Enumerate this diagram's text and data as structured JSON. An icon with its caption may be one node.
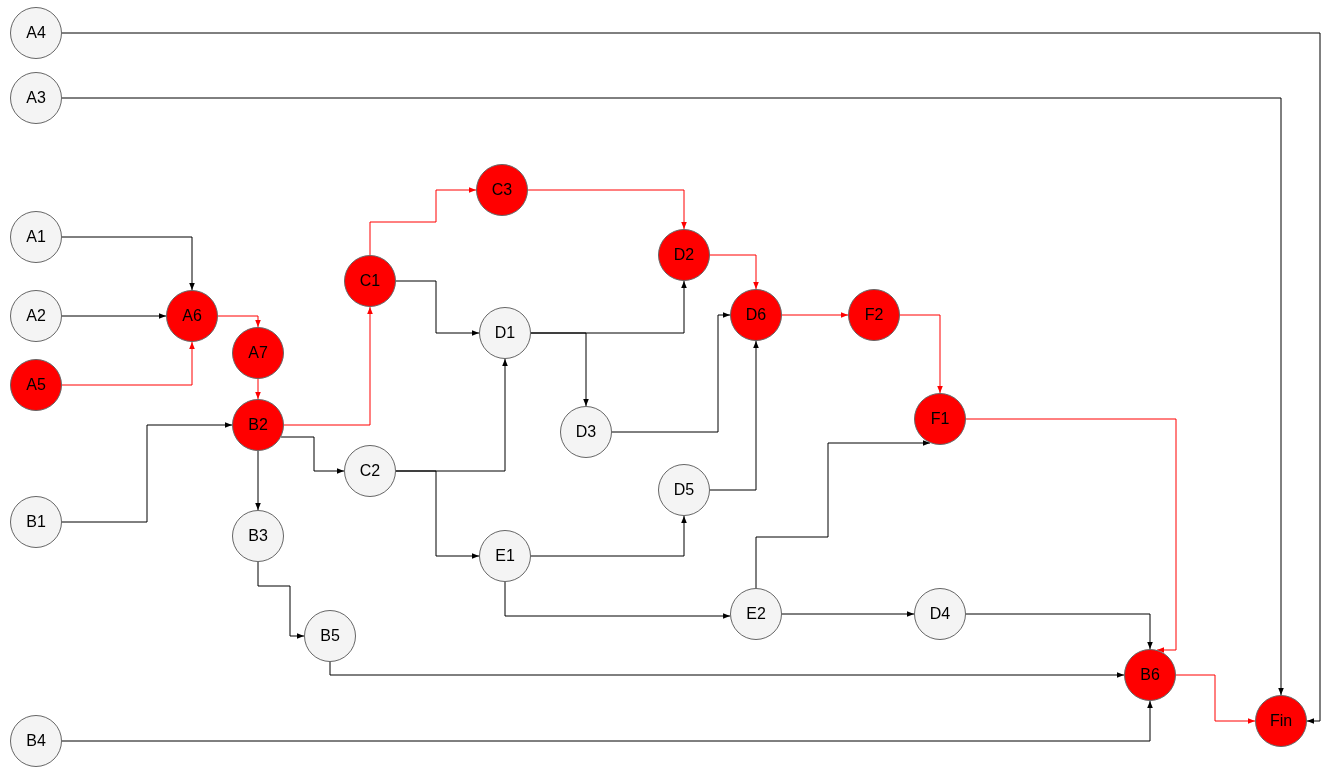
{
  "diagram": {
    "nodes": [
      {
        "text": [
          "A4"
        ]
      },
      {
        "text": [
          "A3"
        ]
      },
      {
        "text": [
          "A1"
        ]
      },
      {
        "text": [
          "A2"
        ]
      },
      {
        "text": [
          "A5"
        ]
      },
      {
        "text": [
          "A6"
        ]
      },
      {
        "text": [
          "A7"
        ]
      },
      {
        "text": [
          "B2"
        ]
      },
      {
        "text": [
          "B1"
        ]
      },
      {
        "text": [
          "B3"
        ]
      },
      {
        "text": [
          "B5"
        ]
      },
      {
        "text": [
          "B4"
        ]
      },
      {
        "text": [
          "C1"
        ]
      },
      {
        "text": [
          "C3"
        ]
      },
      {
        "text": [
          "C2"
        ]
      },
      {
        "text": [
          "D1"
        ]
      },
      {
        "text": [
          "D2"
        ]
      },
      {
        "text": [
          "D3"
        ]
      },
      {
        "text": [
          "D5"
        ]
      },
      {
        "text": [
          "D6"
        ]
      },
      {
        "text": [
          "E1"
        ]
      },
      {
        "text": [
          "E2"
        ]
      },
      {
        "text": [
          "D4"
        ]
      },
      {
        "text": [
          "F2"
        ]
      },
      {
        "text": [
          "F1"
        ]
      },
      {
        "text": [
          "B6"
        ]
      },
      {
        "text": [
          "Fin"
        ]
      }
    ],
    "edges": [
      {
        "from": 0,
        "to": 26,
        "arrow": "to"
      },
      {
        "from": 1,
        "to": 26,
        "arrow": "to"
      },
      {
        "from": 2,
        "to": 5,
        "arrow": "to"
      },
      {
        "from": 3,
        "to": 5,
        "arrow": "to"
      },
      {
        "from": 4,
        "to": 5,
        "arrow": "to",
        "color": "#ff0000"
      },
      {
        "from": 5,
        "to": 6,
        "arrow": "to",
        "color": "#ff0000"
      },
      {
        "from": 6,
        "to": 7,
        "arrow": "to",
        "color": "#ff0000"
      },
      {
        "from": 8,
        "to": 7,
        "arrow": "to"
      },
      {
        "from": 7,
        "to": 12,
        "arrow": "to",
        "color": "#ff0000"
      },
      {
        "from": 7,
        "to": 14,
        "arrow": "to"
      },
      {
        "from": 7,
        "to": 9,
        "arrow": "to"
      },
      {
        "from": 9,
        "to": 10,
        "arrow": "to"
      },
      {
        "from": 10,
        "to": 25,
        "arrow": "to"
      },
      {
        "from": 11,
        "to": 25,
        "arrow": "to"
      },
      {
        "from": 12,
        "to": 13,
        "arrow": "to",
        "color": "#ff0000"
      },
      {
        "from": 12,
        "to": 15,
        "arrow": "to"
      },
      {
        "from": 13,
        "to": 16,
        "arrow": "to",
        "color": "#ff0000"
      },
      {
        "from": 14,
        "to": 15,
        "arrow": "to"
      },
      {
        "from": 14,
        "to": 20,
        "arrow": "to"
      },
      {
        "from": 15,
        "to": 16,
        "arrow": "to"
      },
      {
        "from": 15,
        "to": 17,
        "arrow": "to"
      },
      {
        "from": 16,
        "to": 19,
        "arrow": "to",
        "color": "#ff0000"
      },
      {
        "from": 17,
        "to": 19,
        "arrow": "to"
      },
      {
        "from": 18,
        "to": 19,
        "arrow": "to"
      },
      {
        "from": 19,
        "to": 23,
        "arrow": "to",
        "color": "#ff0000"
      },
      {
        "from": 23,
        "to": 24,
        "arrow": "to",
        "color": "#ff0000"
      },
      {
        "from": 20,
        "to": 18,
        "arrow": "to"
      },
      {
        "from": 20,
        "to": 21,
        "arrow": "to"
      },
      {
        "from": 21,
        "to": 24,
        "arrow": "to"
      },
      {
        "from": 21,
        "to": 22,
        "arrow": "to"
      },
      {
        "from": 22,
        "to": 25,
        "arrow": "to"
      },
      {
        "from": 24,
        "to": 25,
        "arrow": "to",
        "color": "#ff0000"
      },
      {
        "from": 25,
        "to": 26,
        "arrow": "to",
        "color": "#ff0000"
      }
    ]
  }
}
